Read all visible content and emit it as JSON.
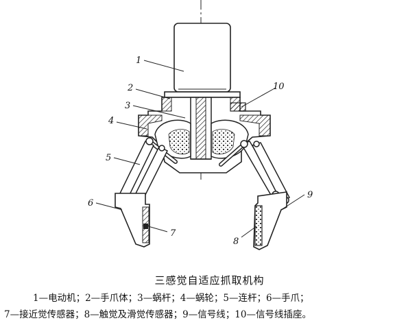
{
  "figure": {
    "title": "三感觉自适应抓取机构",
    "labels": [
      "1",
      "2",
      "3",
      "4",
      "5",
      "6",
      "7",
      "8",
      "9",
      "10"
    ],
    "legend_line1": "1—电动机；2—手爪体；3—蜗杆；4—蜗轮；5—连杆；6—手爪；",
    "legend_line2": "7—接近觉传感器；8—触觉及滑觉传感器；9—信号线；10—信号线插座。"
  }
}
